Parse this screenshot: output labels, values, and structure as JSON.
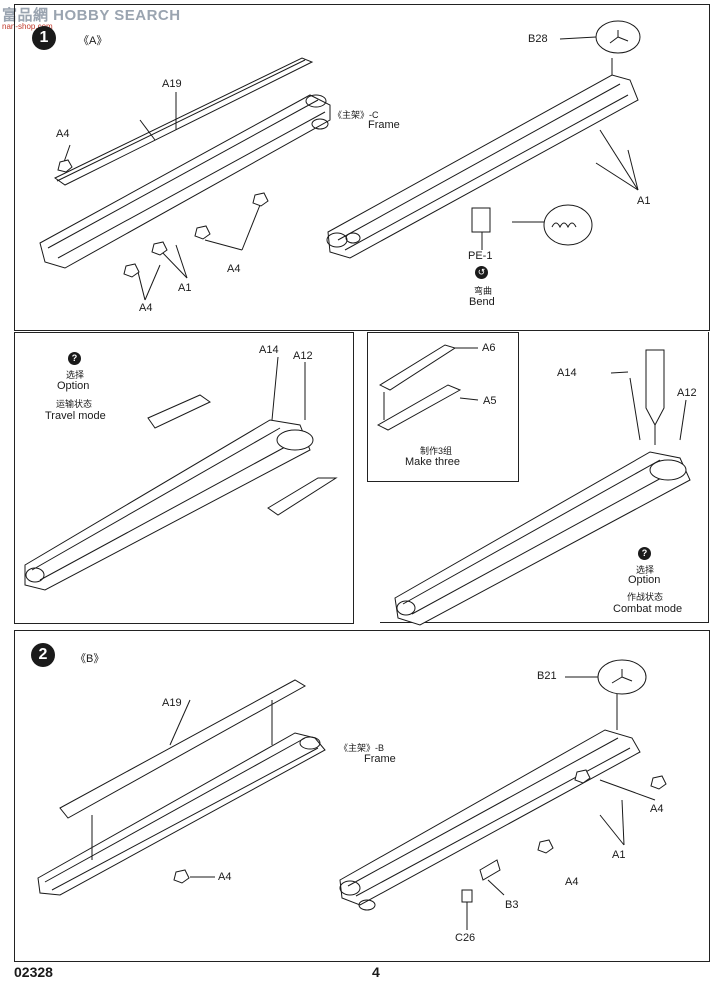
{
  "watermark": {
    "text": "富品網 HOBBY SEARCH",
    "url": "nan-shop.com"
  },
  "step1": {
    "number": "1",
    "title": "《A》"
  },
  "step2": {
    "number": "2",
    "title": "《B》"
  },
  "labels": {
    "a19_top": "A19",
    "a4_top_left": "A4",
    "frame_c_cn": "《主架》-C",
    "frame_c": "Frame",
    "a4_mid": "A4",
    "a1_left": "A1",
    "a4_bottom_left": "A4",
    "b28": "B28",
    "a1_right": "A1",
    "pe1": "PE-1",
    "bend_cn": "弯曲",
    "bend": "Bend",
    "option_left_cn": "选择",
    "option_left": "Option",
    "travel_cn": "运输状态",
    "travel": "Travel mode",
    "a14_left": "A14",
    "a12_left": "A12",
    "a6": "A6",
    "a5": "A5",
    "make_three_cn": "制作3组",
    "make_three": "Make three",
    "a14_right": "A14",
    "a12_right": "A12",
    "option_right_cn": "选择",
    "option_right": "Option",
    "combat_cn": "作战状态",
    "combat": "Combat mode",
    "a19_b": "A19",
    "frame_b_cn": "《主架》-B",
    "frame_b": "Frame",
    "a4_b_left": "A4",
    "b21": "B21",
    "a4_b_right": "A4",
    "a1_b": "A1",
    "a4_b_bottom": "A4",
    "b3": "B3",
    "c26": "C26"
  },
  "footer": {
    "code": "02328",
    "page": "4"
  }
}
